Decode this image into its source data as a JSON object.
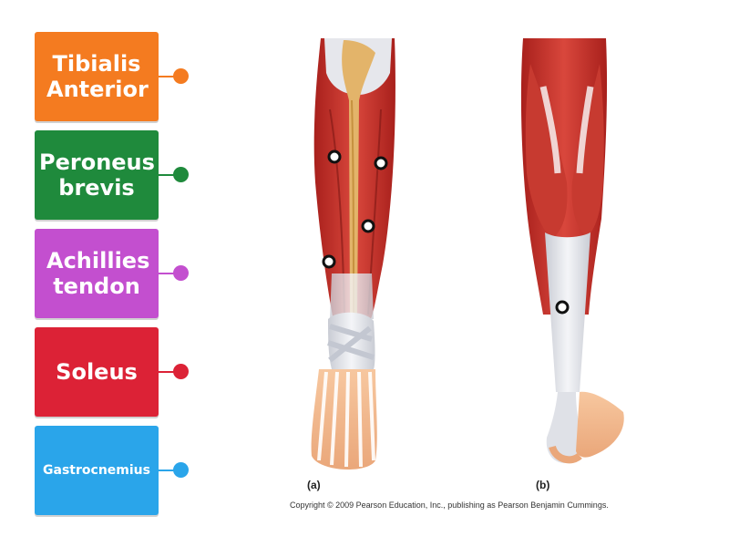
{
  "labels": [
    {
      "text": "Tibialis Anterior",
      "color": "#f47b20"
    },
    {
      "text": "Peroneus brevis",
      "color": "#1f8a3c"
    },
    {
      "text": "Achillies tendon",
      "color": "#c34fcf"
    },
    {
      "text": "Soleus",
      "color": "#dc2236"
    },
    {
      "text": "Gastrocnemius",
      "color": "#2aa5ea"
    }
  ],
  "figure": {
    "caption_a": "(a)",
    "caption_b": "(b)",
    "copyright": "Copyright © 2009 Pearson Education, Inc., publishing as Pearson Benjamin Cummings."
  }
}
